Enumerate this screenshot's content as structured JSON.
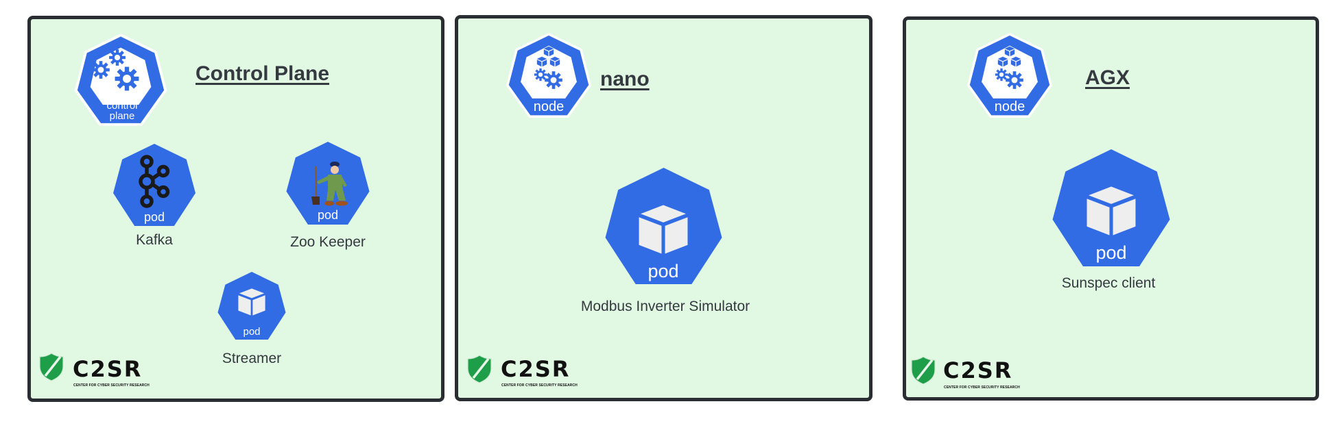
{
  "colors": {
    "panel_bg": "#e1f8e2",
    "panel_border": "#2a2e33",
    "k8s_blue": "#326ce5",
    "text": "#343a40",
    "logo_green": "#1e9e48"
  },
  "panels": [
    {
      "title": "Control Plane",
      "main_icon": {
        "type": "control-plane-icon",
        "label_line1": "control",
        "label_line2": "plane"
      },
      "pods": [
        {
          "name": "Kafka",
          "badge": "pod",
          "icon": "kafka-icon"
        },
        {
          "name": "Zoo Keeper",
          "badge": "pod",
          "icon": "zookeeper-icon"
        },
        {
          "name": "Streamer",
          "badge": "pod",
          "icon": "cube-icon"
        }
      ],
      "logo": {
        "name": "C2SR",
        "subtitle": "CENTER FOR CYBER SECURITY RESEARCH"
      }
    },
    {
      "title": "nano",
      "main_icon": {
        "type": "node-icon",
        "label": "node"
      },
      "pods": [
        {
          "name": "Modbus Inverter Simulator",
          "badge": "pod",
          "icon": "cube-icon"
        }
      ],
      "logo": {
        "name": "C2SR",
        "subtitle": "CENTER FOR CYBER SECURITY RESEARCH"
      }
    },
    {
      "title": "AGX",
      "main_icon": {
        "type": "node-icon",
        "label": "node"
      },
      "pods": [
        {
          "name": "Sunspec client",
          "badge": "pod",
          "icon": "cube-icon"
        }
      ],
      "logo": {
        "name": "C2SR",
        "subtitle": "CENTER FOR CYBER SECURITY RESEARCH"
      }
    }
  ]
}
